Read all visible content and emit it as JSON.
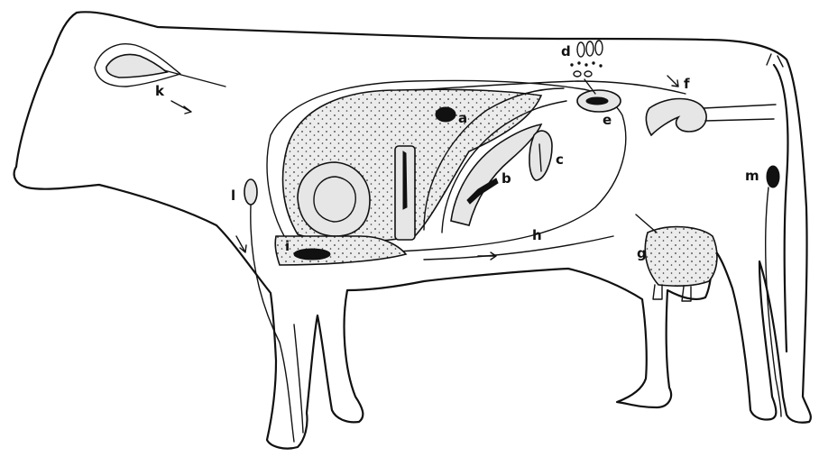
{
  "labels": {
    "a": "a",
    "b": "b",
    "c": "c",
    "d": "d",
    "e": "e",
    "f": "f",
    "g": "g",
    "h": "h",
    "i": "i",
    "k": "k",
    "l": "l",
    "m": "m"
  }
}
